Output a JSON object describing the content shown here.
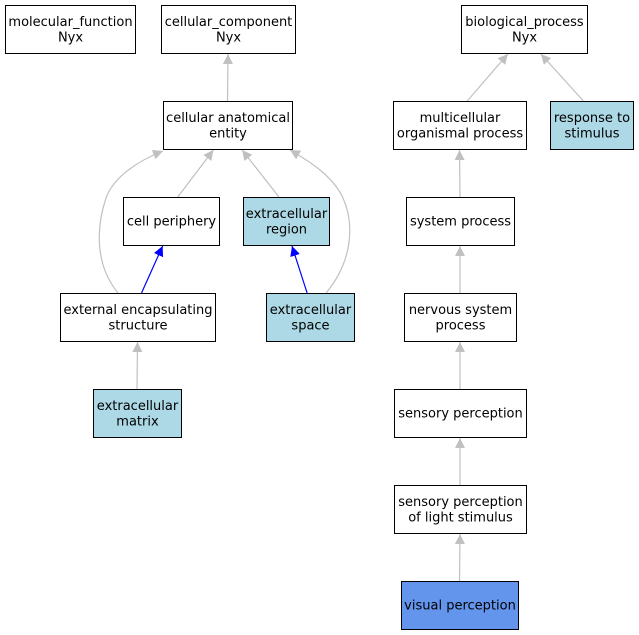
{
  "colors": {
    "default_fill": "#ffffff",
    "highlight_fill": "#add8e6",
    "focus_fill": "#6495ed",
    "edge_gray": "#c0c0c0",
    "edge_blue": "#0000ff",
    "border": "#000000"
  },
  "nodes": [
    {
      "id": "molecular_function",
      "lines": [
        "molecular_function",
        "Nyx"
      ],
      "style": "default"
    },
    {
      "id": "cellular_component",
      "lines": [
        "cellular_component",
        "Nyx"
      ],
      "style": "default"
    },
    {
      "id": "biological_process",
      "lines": [
        "biological_process",
        "Nyx"
      ],
      "style": "default"
    },
    {
      "id": "cellular_anatomical_entity",
      "lines": [
        "cellular anatomical",
        "entity"
      ],
      "style": "default"
    },
    {
      "id": "multicellular_organismal_process",
      "lines": [
        "multicellular",
        "organismal process"
      ],
      "style": "default"
    },
    {
      "id": "response_to_stimulus",
      "lines": [
        "response to",
        "stimulus"
      ],
      "style": "highlight"
    },
    {
      "id": "cell_periphery",
      "lines": [
        "cell periphery"
      ],
      "style": "default"
    },
    {
      "id": "extracellular_region",
      "lines": [
        "extracellular",
        "region"
      ],
      "style": "highlight"
    },
    {
      "id": "system_process",
      "lines": [
        "system process"
      ],
      "style": "default"
    },
    {
      "id": "external_encapsulating_structure",
      "lines": [
        "external encapsulating",
        "structure"
      ],
      "style": "default"
    },
    {
      "id": "extracellular_space",
      "lines": [
        "extracellular",
        "space"
      ],
      "style": "highlight"
    },
    {
      "id": "nervous_system_process",
      "lines": [
        "nervous system",
        "process"
      ],
      "style": "default"
    },
    {
      "id": "extracellular_matrix",
      "lines": [
        "extracellular",
        "matrix"
      ],
      "style": "highlight"
    },
    {
      "id": "sensory_perception",
      "lines": [
        "sensory perception"
      ],
      "style": "default"
    },
    {
      "id": "sensory_perception_of_light_stimulus",
      "lines": [
        "sensory perception",
        "of light stimulus"
      ],
      "style": "default"
    },
    {
      "id": "visual_perception",
      "lines": [
        "visual perception"
      ],
      "style": "focus"
    }
  ],
  "edges": [
    {
      "from": "cellular_anatomical_entity",
      "to": "cellular_component",
      "color": "gray"
    },
    {
      "from": "cell_periphery",
      "to": "cellular_anatomical_entity",
      "color": "gray"
    },
    {
      "from": "extracellular_region",
      "to": "cellular_anatomical_entity",
      "color": "gray"
    },
    {
      "from": "external_encapsulating_structure",
      "to": "cellular_anatomical_entity",
      "color": "gray"
    },
    {
      "from": "extracellular_space",
      "to": "cellular_anatomical_entity",
      "color": "gray"
    },
    {
      "from": "external_encapsulating_structure",
      "to": "cell_periphery",
      "color": "blue"
    },
    {
      "from": "extracellular_space",
      "to": "extracellular_region",
      "color": "blue"
    },
    {
      "from": "extracellular_matrix",
      "to": "external_encapsulating_structure",
      "color": "gray"
    },
    {
      "from": "multicellular_organismal_process",
      "to": "biological_process",
      "color": "gray"
    },
    {
      "from": "response_to_stimulus",
      "to": "biological_process",
      "color": "gray"
    },
    {
      "from": "system_process",
      "to": "multicellular_organismal_process",
      "color": "gray"
    },
    {
      "from": "nervous_system_process",
      "to": "system_process",
      "color": "gray"
    },
    {
      "from": "sensory_perception",
      "to": "nervous_system_process",
      "color": "gray"
    },
    {
      "from": "sensory_perception_of_light_stimulus",
      "to": "sensory_perception",
      "color": "gray"
    },
    {
      "from": "visual_perception",
      "to": "sensory_perception_of_light_stimulus",
      "color": "gray"
    }
  ]
}
